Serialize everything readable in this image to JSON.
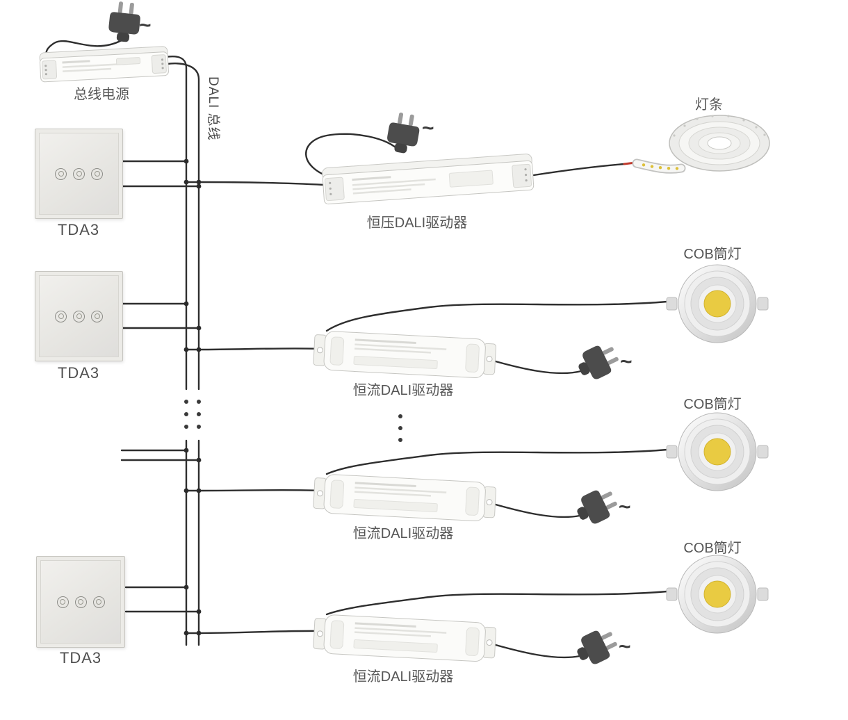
{
  "diagram": {
    "ac_symbol": "~",
    "bus": {
      "label": "DALI 总线"
    },
    "power_supply": {
      "label": "总线电源"
    },
    "panels": [
      {
        "label": "TDA3"
      },
      {
        "label": "TDA3"
      },
      {
        "label": "TDA3"
      }
    ],
    "cv_driver": {
      "label": "恒压DALI驱动器"
    },
    "led_strip": {
      "label": "灯条"
    },
    "cc_drivers": [
      {
        "label": "恒流DALI驱动器"
      },
      {
        "label": "恒流DALI驱动器"
      },
      {
        "label": "恒流DALI驱动器"
      }
    ],
    "downlights": [
      {
        "label": "COB筒灯"
      },
      {
        "label": "COB筒灯"
      },
      {
        "label": "COB筒灯"
      }
    ],
    "colors": {
      "wire": "#2e2e2e",
      "label_text": "#565656",
      "led_yellow": "#e9cb42",
      "red_wire": "#c0392b",
      "device_body": "#fbfbf9"
    }
  }
}
